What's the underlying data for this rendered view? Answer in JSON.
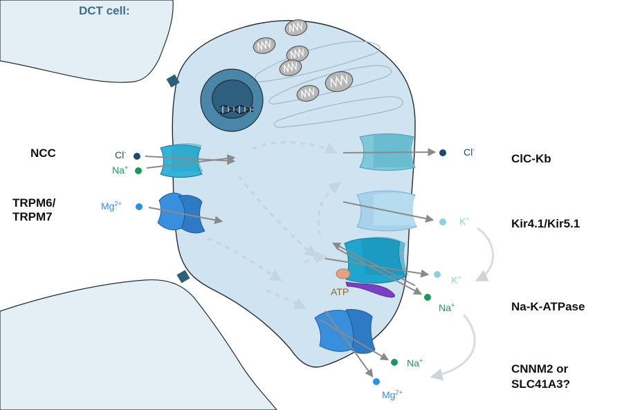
{
  "title": "DCT cell:",
  "channels": {
    "ncc": "NCC",
    "trpm": "TRPM6/\nTRPM7",
    "clc": "ClC-Kb",
    "kir": "Kir4.1/Kir5.1",
    "nka": "Na-K-ATPase",
    "cnnm": "CNNM2 or\nSLC41A3?"
  },
  "ions": {
    "cl_left": {
      "base": "Cl",
      "sup": "-"
    },
    "na_left": {
      "base": "Na",
      "sup": "+"
    },
    "mg_left": {
      "base": "Mg",
      "sup": "2+"
    },
    "cl_right": {
      "base": "Cl",
      "sup": "-"
    },
    "k_kir": {
      "base": "K",
      "sup": "+"
    },
    "k_nka": {
      "base": "K",
      "sup": "+"
    },
    "na_nka": {
      "base": "Na",
      "sup": "+"
    },
    "na_cnnm": {
      "base": "Na",
      "sup": "+"
    },
    "mg_cnnm": {
      "base": "Mg",
      "sup": "2+"
    }
  },
  "atp": "ATP",
  "colors": {
    "title": "#3d6e8c",
    "cell_fill": "#cfe4f0",
    "neighbor_fill": "#e3eef5",
    "outline": "#1f2a33",
    "ncc": "#33b4d8",
    "trpm": "#3a8fdd",
    "clc": "#7ec8d9",
    "kir": "#a8d2ec",
    "nka": "#1fa6cf",
    "cnnm": "#3a8fdd",
    "cl_ion": "#1a4a7a",
    "na_ion": "#1a9a5a",
    "mg_ion": "#2a90e8",
    "k_ion": "#8ccfe0",
    "atp_text": "#8a6a2a",
    "purple": "#7a3fc2",
    "tight_junction": "#2c5f78"
  }
}
